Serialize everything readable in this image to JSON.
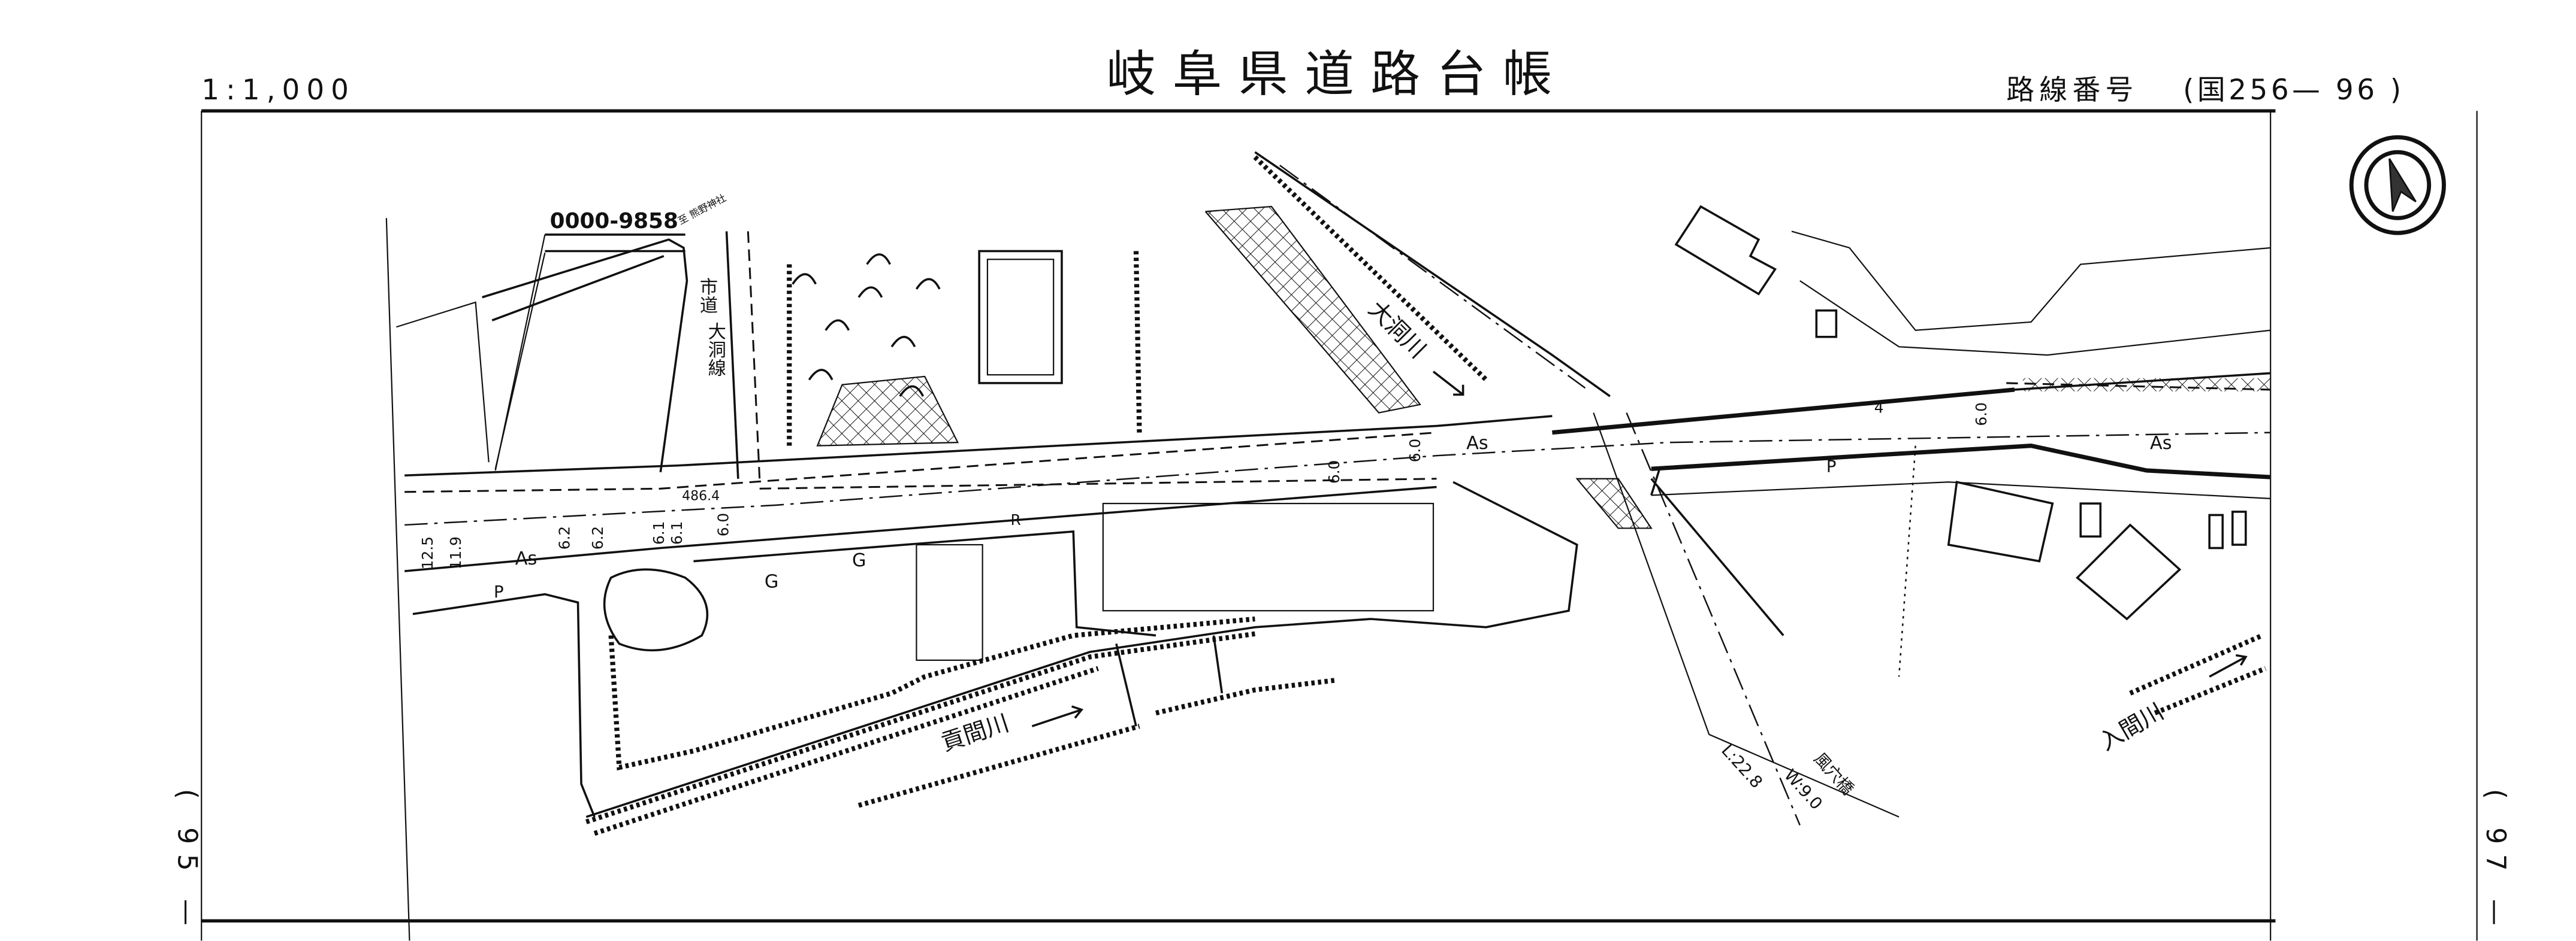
{
  "header": {
    "scale": "1:1,000",
    "title": "岐阜県道路台帳",
    "route_label": "路線番号",
    "route_number": "(国256— 96 )"
  },
  "page_refs": {
    "previous": "( 95 —",
    "next": "( 97 —"
  },
  "map": {
    "control_point": "0000-9858",
    "direction_note": "至 熊野神社",
    "side_road": {
      "line1": "市道",
      "line2": "大洞線"
    },
    "elevation": "486.4",
    "widths": [
      "12.5",
      "11.9",
      "6.2",
      "6.2",
      "6.1",
      "6.1",
      "6.0",
      "6.0",
      "6.0",
      "6.0",
      "4"
    ],
    "surface_labels": [
      "As",
      "As",
      "As"
    ],
    "parking_labels": [
      "P",
      "P"
    ],
    "ground_labels": [
      "G",
      "G"
    ],
    "other_label": "R",
    "rivers": {
      "left": "貢間川",
      "upper": "大洞川",
      "right": "入間川"
    },
    "bridge": {
      "name": "風穴橋",
      "length": "L:22.8",
      "width": "W:9.0"
    },
    "north_arrow": "north-arrow"
  }
}
